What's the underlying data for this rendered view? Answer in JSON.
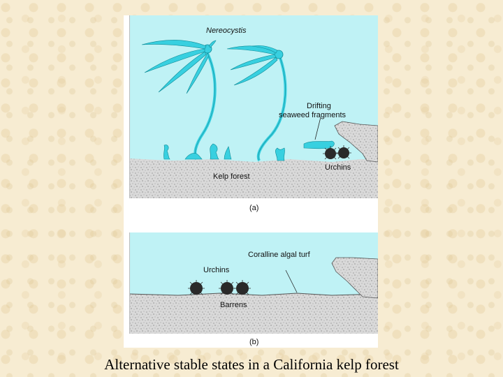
{
  "panel_a": {
    "organism_label": "Nereocystis",
    "drift_label_line1": "Drifting",
    "drift_label_line2": "seaweed fragments",
    "urchins_label": "Urchins",
    "habitat_label": "Kelp forest",
    "panel_tag": "(a)"
  },
  "panel_b": {
    "turf_label": "Coralline algal turf",
    "urchins_label": "Urchins",
    "habitat_label": "Barrens",
    "panel_tag": "(b)"
  },
  "caption": "Alternative stable states in a California kelp forest",
  "colors": {
    "water": "#bff2f5",
    "kelp": "#38d0e0",
    "kelp_outline": "#0e8a96",
    "seabed": "#d6d6d6",
    "urchin": "#2a2a2a",
    "background": "#f7ecd2"
  }
}
